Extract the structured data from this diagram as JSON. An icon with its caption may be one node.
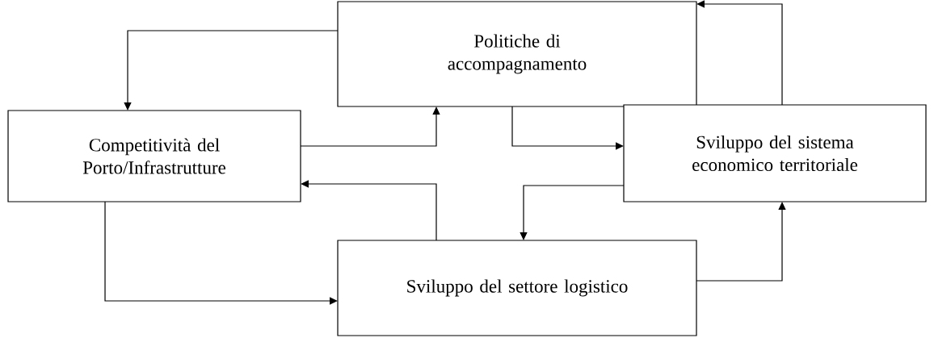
{
  "diagram": {
    "nodes": [
      {
        "text": [
          "Politiche di accompagnamento"
        ]
      },
      {
        "text": [
          "Competitività del Porto/Infrastrutture"
        ]
      },
      {
        "text": [
          "Sviluppo del sistema economico territoriale"
        ]
      },
      {
        "text": [
          "Sviluppo del settore logistico"
        ]
      }
    ],
    "edges": [
      {
        "from": 0,
        "to": 1,
        "arrow": "to"
      },
      {
        "from": 1,
        "to": 0,
        "arrow": "to"
      },
      {
        "from": 0,
        "to": 2,
        "arrow": "to"
      },
      {
        "from": 2,
        "to": 0,
        "arrow": "to"
      },
      {
        "from": 3,
        "to": 1,
        "arrow": "to"
      },
      {
        "from": 2,
        "to": 3,
        "arrow": "to"
      },
      {
        "from": 1,
        "to": 3,
        "arrow": "to"
      },
      {
        "from": 3,
        "to": 2,
        "arrow": "to"
      }
    ]
  }
}
